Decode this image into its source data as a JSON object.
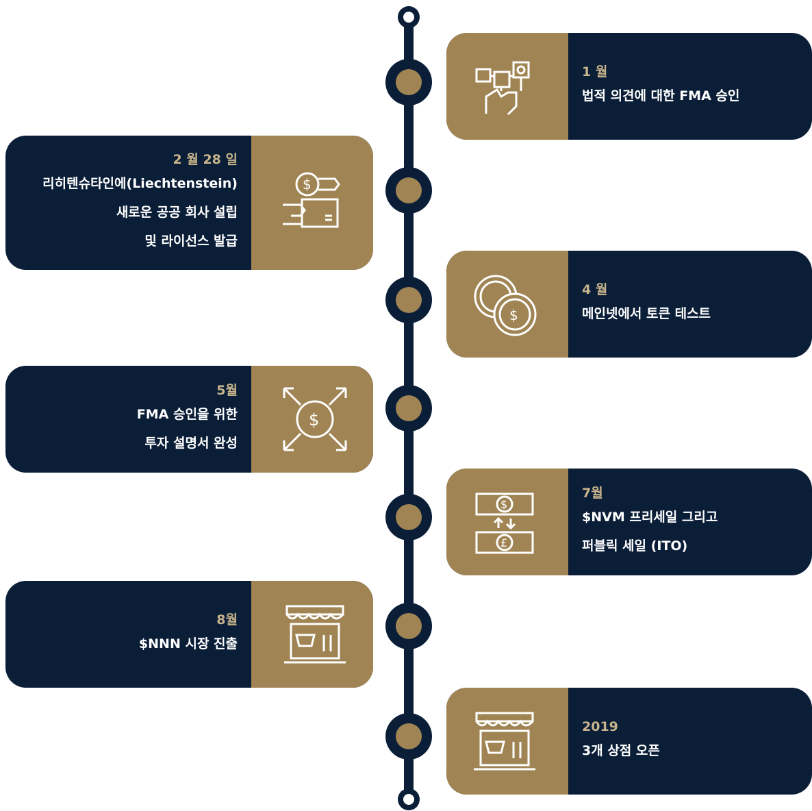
{
  "events": [
    {
      "date": "1 월",
      "lines": [
        "법적 의견에 대한 FMA 승인"
      ],
      "icon": "social-media-hand-icon"
    },
    {
      "date": "2 월 28 일",
      "lines": [
        "리히텐슈타인에(Liechtenstein)",
        "새로운 공공 회사 설립",
        "및 라이선스 발급"
      ],
      "icon": "coin-transfer-icon"
    },
    {
      "date": "4 월",
      "lines": [
        "메인넷에서 토큰 테스트"
      ],
      "icon": "coins-icon"
    },
    {
      "date": "5월",
      "lines": [
        "FMA 승인을 위한",
        "투자 설명서 완성"
      ],
      "icon": "expand-dollar-icon"
    },
    {
      "date": "7월",
      "lines": [
        "$NVM 프리세일 그리고",
        "퍼블릭 세일 (ITO)"
      ],
      "icon": "currency-exchange-icon"
    },
    {
      "date": "8월",
      "lines": [
        "$NNN 시장 진출"
      ],
      "icon": "shop-icon"
    },
    {
      "date": "2019",
      "lines": [
        "3개 상점 오픈"
      ],
      "icon": "shop-icon"
    }
  ],
  "colors": {
    "navy": "#0b1e38",
    "gold": "#a08453",
    "date": "#c9b58c"
  }
}
